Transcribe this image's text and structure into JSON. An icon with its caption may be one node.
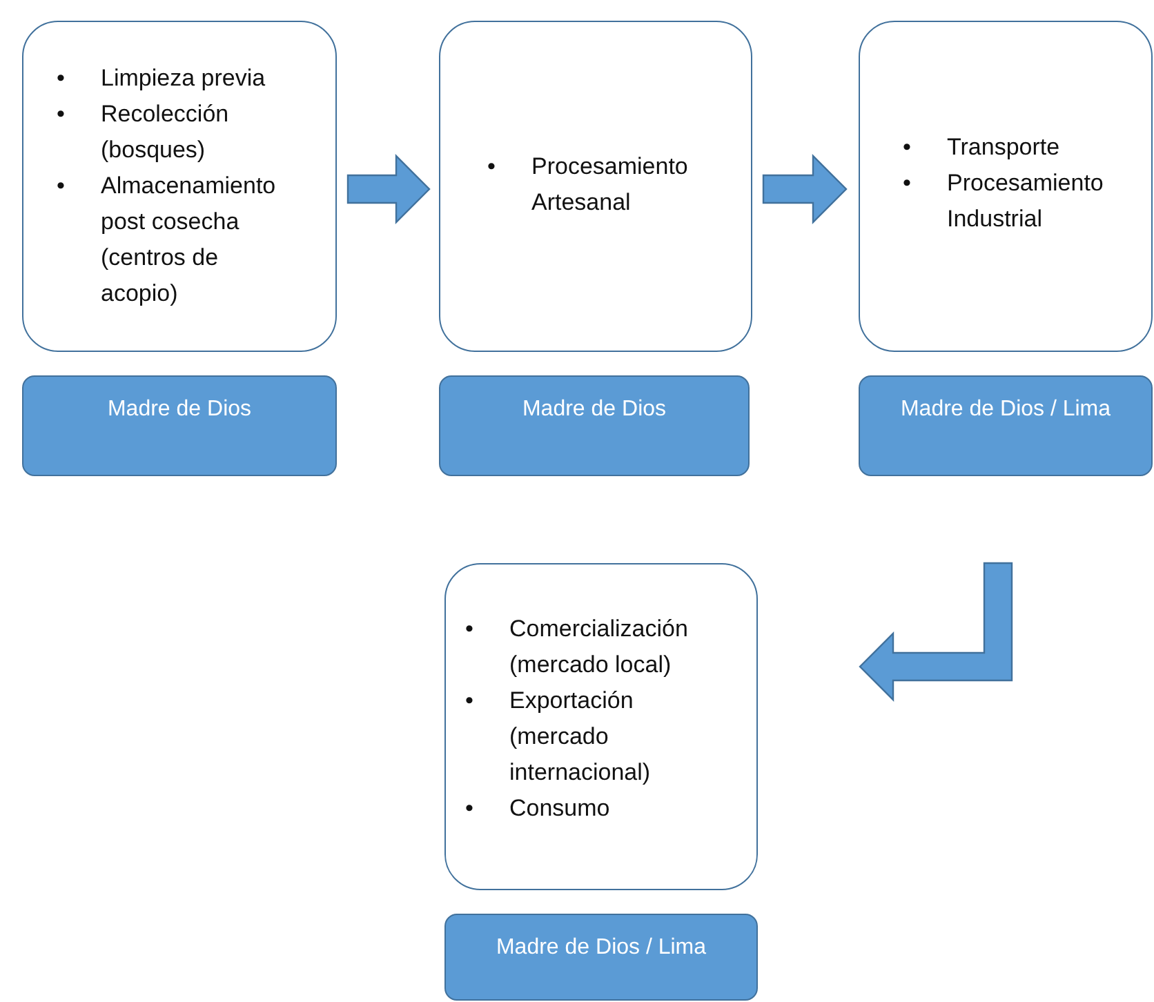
{
  "diagram": {
    "nodes": [
      {
        "text": [
          "• Limpieza previa",
          "• Recolección (bosques)",
          "• Almacenamiento post cosecha (centros de acopio)"
        ]
      },
      {
        "text": [
          "Madre de Dios"
        ]
      },
      {
        "text": [
          "• Procesamiento Artesanal"
        ]
      },
      {
        "text": [
          "Madre de Dios"
        ]
      },
      {
        "text": [
          "• Transporte",
          "• Procesamiento Industrial"
        ]
      },
      {
        "text": [
          "Madre de Dios / Lima"
        ]
      },
      {
        "text": [
          "• Comercialización (mercado local)",
          "• Exportación (mercado internacional)",
          "• Consumo"
        ]
      },
      {
        "text": [
          "Madre de Dios / Lima"
        ]
      }
    ],
    "edges": [
      {
        "from": 0,
        "to": 2,
        "arrow": "to"
      },
      {
        "from": 2,
        "to": 4,
        "arrow": "to"
      },
      {
        "from": 5,
        "to": 6,
        "arrow": "to"
      }
    ]
  }
}
